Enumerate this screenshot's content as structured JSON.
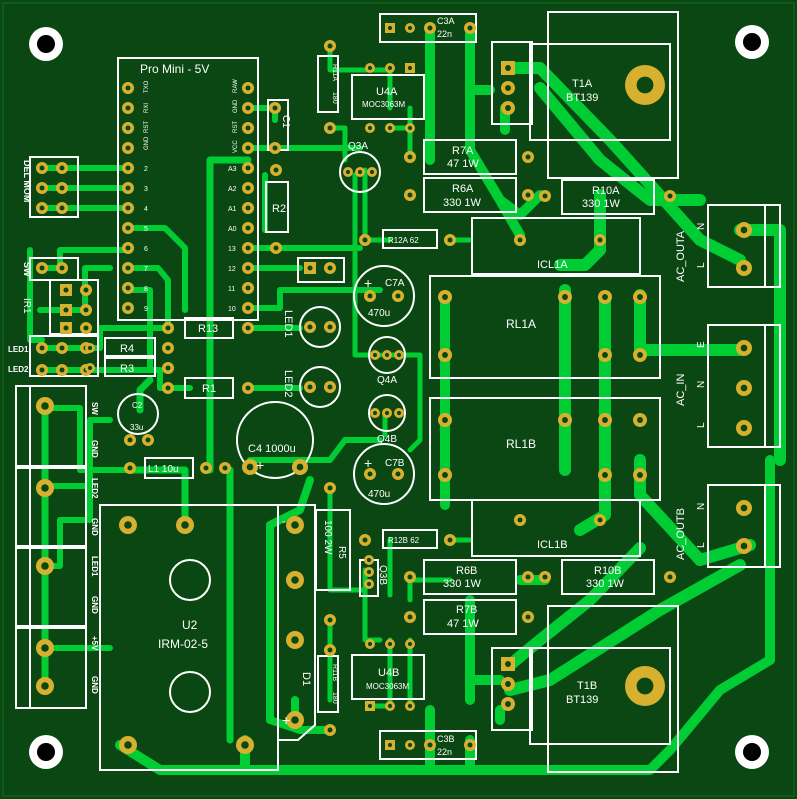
{
  "board": {
    "bg": "#0b4712",
    "trace": "#00cc33",
    "pad": "#d8b030",
    "silk": "#ffffff",
    "hole": "#0b4712"
  },
  "labels": {
    "promini": "Pro Mini - 5V",
    "p_txo": "TXO",
    "p_rxi": "RXI",
    "p_rst": "RST",
    "p_gnd": "GND",
    "p_raw": "RAW",
    "p_vcc": "VCC",
    "p_2": "2",
    "p_3": "3",
    "p_4": "4",
    "p_5": "5",
    "p_6": "6",
    "p_7": "7",
    "p_8": "8",
    "p_9": "9",
    "p_a3": "A3",
    "p_a2": "A2",
    "p_a1": "A1",
    "p_a0": "A0",
    "p_13": "13",
    "p_12": "12",
    "p_11": "11",
    "p_10": "10",
    "c1": "C1",
    "r2": "R2",
    "r13": "R13",
    "r1": "R1",
    "r3": "R3",
    "r4": "R4",
    "led1": "LED1",
    "led2": "LED2",
    "led1_hdr": "LED1",
    "led2_hdr": "LED2",
    "c2": "C2",
    "c2_val": "33u",
    "c4": "C4  1000u",
    "l1": "L1  10u",
    "u2": "U2",
    "u2_val": "IRM-02-5",
    "d1": "D1",
    "r5": "R5",
    "r5_val": "100 2W",
    "r11a": "R11A",
    "r11a_val": "180",
    "r11b": "R11B",
    "r11b_val": "180",
    "u4a": "U4A",
    "u4a_val": "MOC3063M",
    "u4b": "U4B",
    "u4b_val": "MOC3063M",
    "q3a": "Q3A",
    "q3b": "Q3B",
    "q4a": "Q4A",
    "q4b": "Q4B",
    "c3a": "C3A",
    "c3a_val": "22n",
    "c3b": "C3B",
    "c3b_val": "22n",
    "r7a": "R7A",
    "r7a_val": "47 1W",
    "r6a": "R6A",
    "r6a_val": "330 1W",
    "r10a": "R10A",
    "r10a_val": "330 1W",
    "r12a": "R12A 62",
    "r7b": "R7B",
    "r7b_val": "47 1W",
    "r6b": "R6B",
    "r6b_val": "330 1W",
    "r10b": "R10B",
    "r10b_val": "330 1W",
    "r12b": "R12B 62",
    "c7a": "C7A",
    "c7a_val": "470u",
    "c7b": "C7B",
    "c7b_val": "470u",
    "icl1a": "ICL1A",
    "icl1b": "ICL1B",
    "rl1a": "RL1A",
    "rl1b": "RL1B",
    "t1a": "T1A",
    "t1a_val": "BT139",
    "t1b": "T1B",
    "t1b_val": "BT139",
    "ac_outa": "AC_OUTA",
    "ac_in": "AC_IN",
    "ac_outb": "AC_OUTB",
    "lbl_n": "N",
    "lbl_l": "L",
    "lbl_e": "E",
    "delmod": "DEL MOM",
    "sw": "SW",
    "ir1": "IR1",
    "conn_sw": "SW",
    "conn_gnd": "GND",
    "conn_led2": "LED2",
    "conn_led1": "LED1",
    "conn_5v": "+5V",
    "plus": "+",
    "minus": "-"
  }
}
